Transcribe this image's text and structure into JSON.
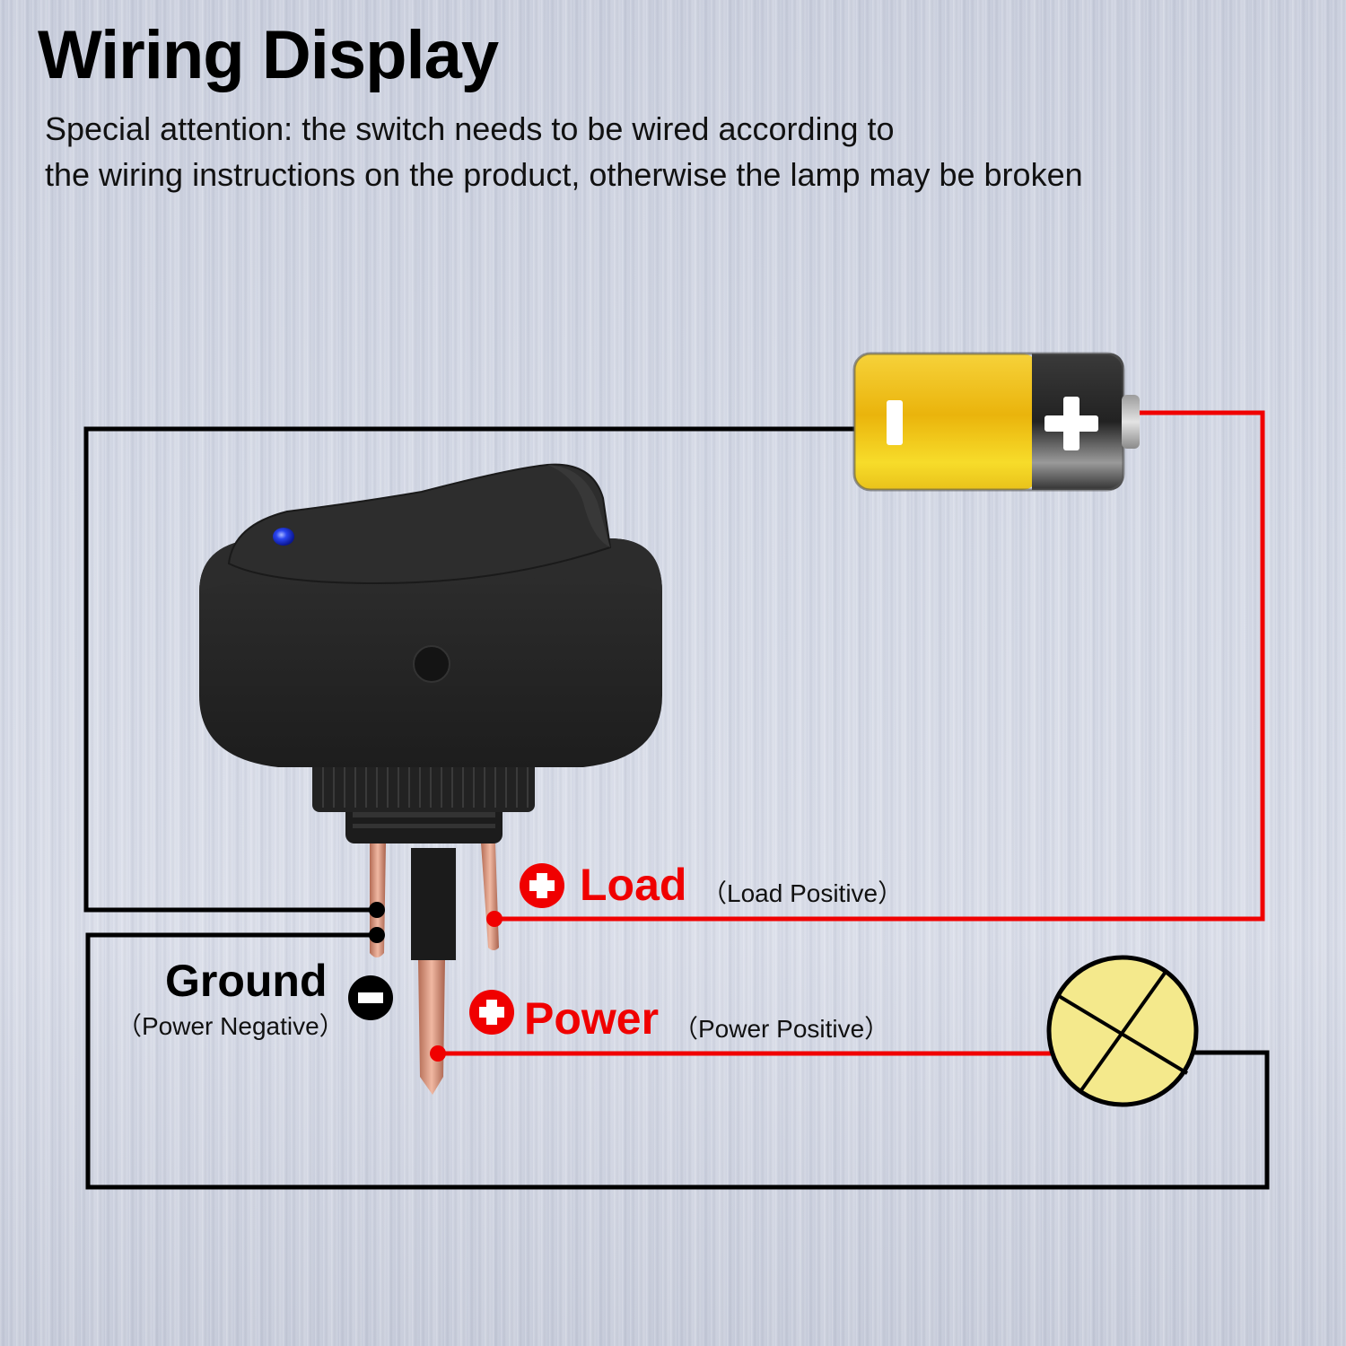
{
  "header": {
    "title": "Wiring Display",
    "note_line1": "Special attention: the switch needs to be wired according to",
    "note_line2": "the wiring instructions on the product, otherwise the lamp may be broken"
  },
  "components": {
    "battery": {
      "negative_symbol": "−",
      "positive_symbol": "+",
      "body_color": "#f3c714",
      "cap_color": "#2b2b2b"
    },
    "switch": {
      "type": "oval rocker switch",
      "indicator_color": "#1a3cf0",
      "body_color": "#2a2a2a",
      "pin_color": "#d9957c"
    },
    "lamp": {
      "fill_color": "#f4e98c",
      "stroke_color": "#000000"
    }
  },
  "terminals": {
    "load": {
      "title": "Load",
      "subtitle": "（Load Positive）",
      "symbol": "+",
      "color": "#f00000"
    },
    "power": {
      "title": "Power",
      "subtitle": "（Power Positive）",
      "symbol": "+",
      "color": "#f00000"
    },
    "ground": {
      "title": "Ground",
      "subtitle": "（Power Negative）",
      "symbol": "−",
      "color": "#000000"
    }
  },
  "wires": {
    "positive_color": "#f00000",
    "negative_color": "#000000"
  }
}
